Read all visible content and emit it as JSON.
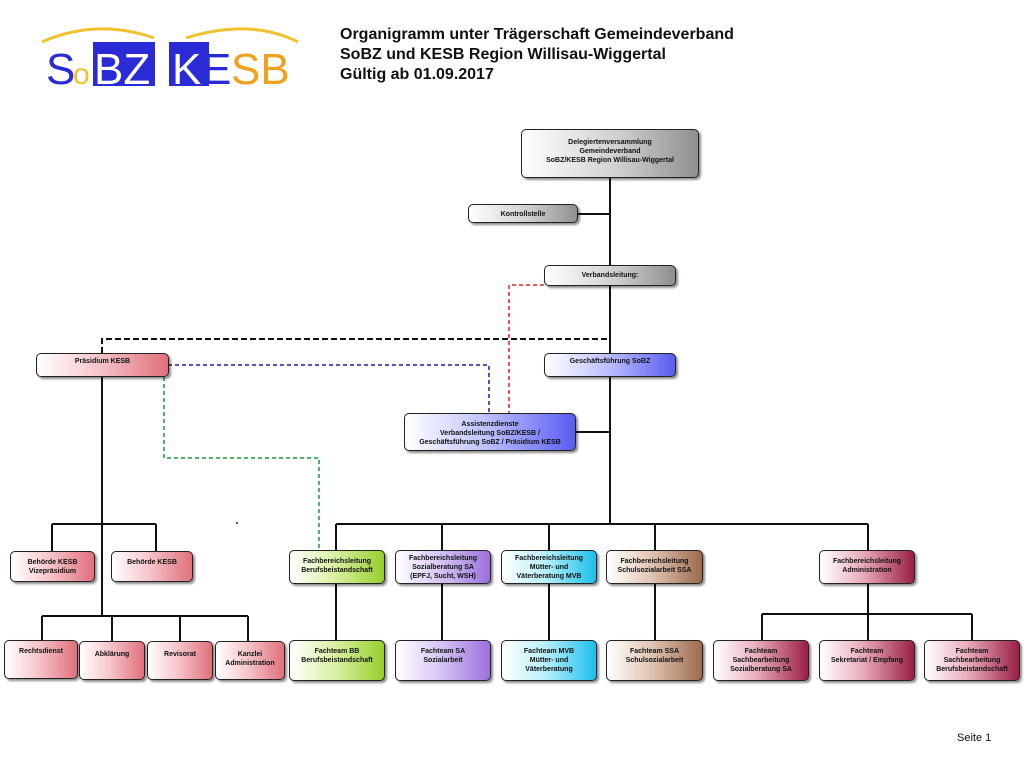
{
  "header": {
    "logo": {
      "part1_s": "S",
      "part1_o": "o",
      "part1_bz": "BZ",
      "part2_k": "K",
      "part2_e": "E",
      "part2_sb": "SB",
      "colors": {
        "blue": "#2a2ad6",
        "yellow": "#f2c12e",
        "orange": "#f0a21e"
      }
    },
    "title_lines": [
      "Organigramm unter Trägerschaft Gemeindeverband",
      "SoBZ und KESB Region Willisau-Wiggertal",
      "Gültig ab 01.09.2017"
    ]
  },
  "org": {
    "delegiertenversammlung": [
      "Delegiertenversammlung",
      "Gemeindeverband",
      "SoBZ/KESB Region Willisau-Wiggertal"
    ],
    "kontrollstelle": [
      "Kontrollstelle"
    ],
    "verbandsleitung": [
      "Verbandsleitung:"
    ],
    "praesidium_kesb": [
      "Präsidium KESB"
    ],
    "geschaeftsfuehrung": [
      "Geschäftsführung SoBZ"
    ],
    "assistenzdienste": [
      "Assistenzdienste",
      "Verbandsleitung SoBZ/KESB /",
      "Geschäftsführung SoBZ / Präsidium KESB"
    ],
    "behoerde_vize": [
      "Behörde KESB",
      "Vizepräsidium"
    ],
    "behoerde": [
      "Behörde KESB"
    ],
    "rechtsdienst": [
      "Rechtsdienst"
    ],
    "abklaerung": [
      "Abklärung"
    ],
    "revisorat": [
      "Revisorat"
    ],
    "kanzlei": [
      "Kanzlei",
      "Administration"
    ],
    "fb_bb": [
      "Fachbereichsleitung",
      "Berufsbeistandschaft"
    ],
    "fb_sa": [
      "Fachbereichsleitung",
      "Sozialberatung SA",
      "(EPFJ, Sucht, WSH)"
    ],
    "fb_mvb": [
      "Fachbereichsleitung",
      "Mütter- und",
      "Väterberatung MVB"
    ],
    "fb_ssa": [
      "Fachbereichsleitung",
      "Schulsozialarbeit SSA"
    ],
    "fb_admin": [
      "Fachbereichsleitung",
      "Administration"
    ],
    "ft_bb": [
      "Fachteam BB",
      "Berufsbeistandschaft"
    ],
    "ft_sa": [
      "Fachteam SA",
      "Sozialarbeit"
    ],
    "ft_mvb": [
      "Fachteam MVB",
      "Mütter- und",
      "Väterberatung"
    ],
    "ft_ssa": [
      "Fachteam SSA",
      "Schulsozialarbeit"
    ],
    "ft_sozialberatung": [
      "Fachteam",
      "Sachbearbeitung",
      "Sozialberatung SA"
    ],
    "ft_sekretariat": [
      "Fachteam",
      "Sekretariat / Empfang"
    ],
    "ft_berufsbeistand": [
      "Fachteam",
      "Sachbearbeitung",
      "Berufsbeistandschaft"
    ]
  },
  "dashed_line_colors": {
    "black": "#111111",
    "red": "#e02020",
    "blue": "#1a1aa0",
    "green": "#1a9a3a"
  },
  "footer": {
    "page_label": "Seite 1"
  }
}
